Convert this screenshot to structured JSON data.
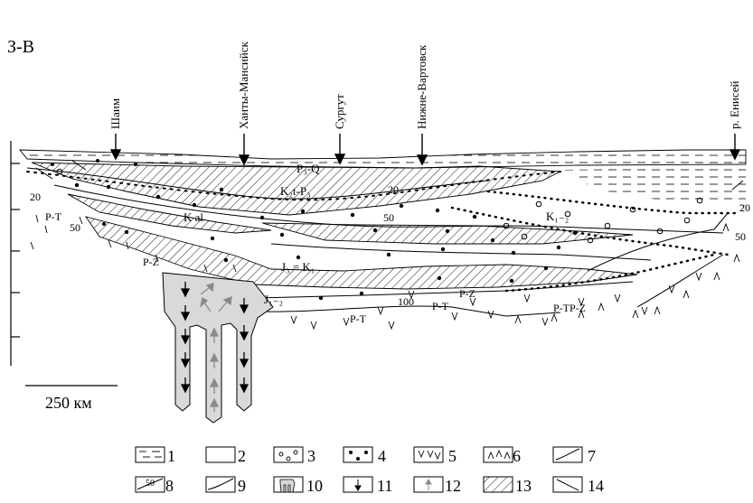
{
  "diagram": {
    "direction": "З-В",
    "cities": [
      {
        "name": "Шаим"
      },
      {
        "name": "Ханты-Мансийск"
      },
      {
        "name": "Сургут"
      },
      {
        "name": "Нижне-Вартовск"
      },
      {
        "name": "р. Енисей"
      }
    ],
    "layer_labels": {
      "p3q": "P₃-Q",
      "k2t": "K₂t-P₃",
      "kal": "K al",
      "j3k1": "J₃ = K₁",
      "j12": "J₁₋₂",
      "k12": "K₁₋₂",
      "pt_left": "P-T",
      "pz_left": "P-Z",
      "pt_mid1": "P-T",
      "pt_mid2": "P-T",
      "pz_mid": "P-Z",
      "ptpz": "P-TP-Z"
    },
    "contour_labels": {
      "c20a": "20",
      "c50a": "50",
      "c20b": "20",
      "c50b": "50",
      "c100": "100",
      "c20r": "20",
      "c50r": "50"
    },
    "scale_bar": "250 км"
  },
  "legend": [
    {
      "num": "1",
      "icon": "dashed-lines-icon"
    },
    {
      "num": "2",
      "icon": "empty-box-icon"
    },
    {
      "num": "3",
      "icon": "circles-icon"
    },
    {
      "num": "4",
      "icon": "dots-icon"
    },
    {
      "num": "5",
      "icon": "v-marks-icon"
    },
    {
      "num": "6",
      "icon": "caret-marks-icon"
    },
    {
      "num": "7",
      "icon": "curve-line-icon"
    },
    {
      "num": "8",
      "icon": "contour-line-icon",
      "glyph_text": "50"
    },
    {
      "num": "9",
      "icon": "curve-line-icon"
    },
    {
      "num": "10",
      "icon": "diapir-icon"
    },
    {
      "num": "11",
      "icon": "arrow-down-icon"
    },
    {
      "num": "12",
      "icon": "arrow-up-icon"
    },
    {
      "num": "13",
      "icon": "hatch-icon"
    },
    {
      "num": "14",
      "icon": "fault-line-icon"
    }
  ]
}
